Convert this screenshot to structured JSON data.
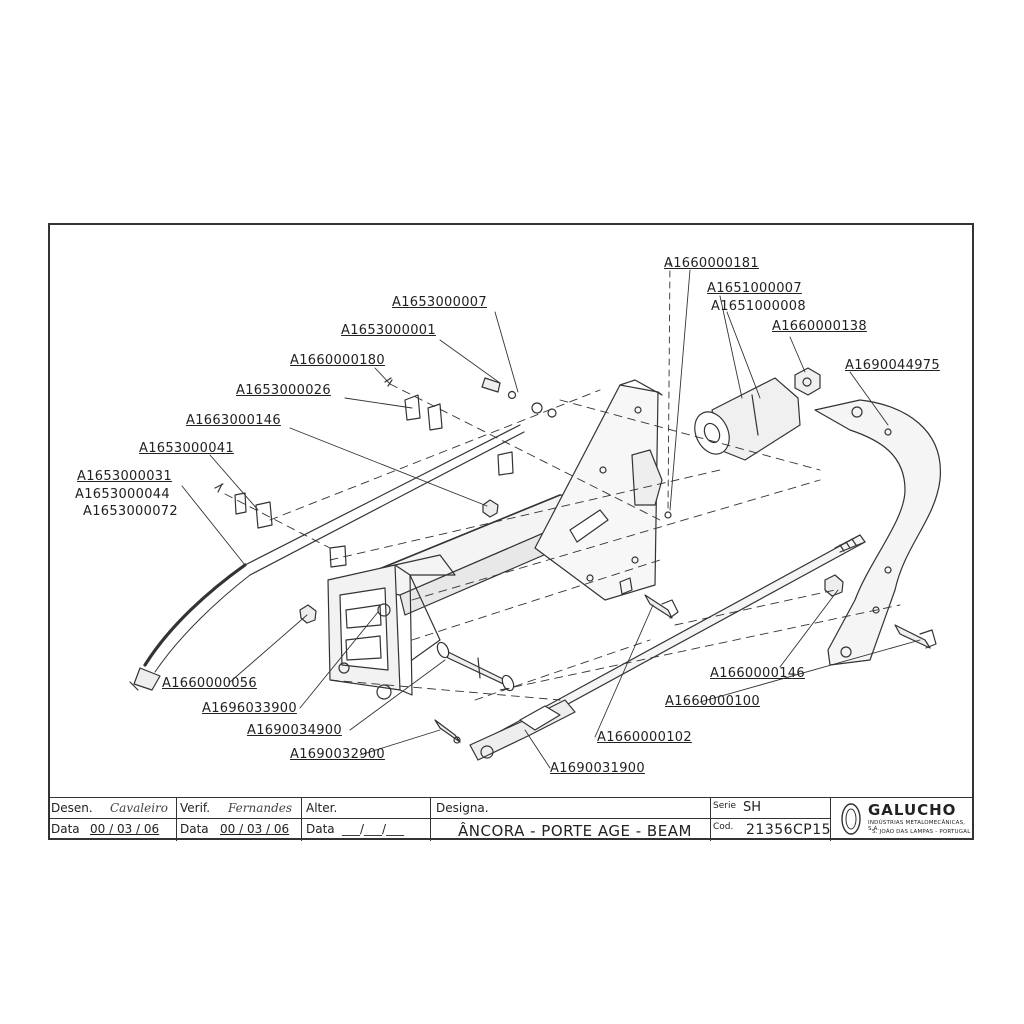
{
  "labels": {
    "l01": "A1660000181",
    "l02": "A1651000007",
    "l03": "A1651000008",
    "l04": "A1660000138",
    "l05": "A1653000007",
    "l06": "A1653000001",
    "l07": "A1660000180",
    "l08": "A1653000026",
    "l09": "A1663000146",
    "l10": "A1690044975",
    "l11": "A1653000041",
    "l12": "A1653000031",
    "l13": "A1653000044",
    "l14": "A1653000072",
    "l15": "A1660000146",
    "l16": "A1660000056",
    "l17": "A1660000100",
    "l18": "A1696033900",
    "l19": "A1690034900",
    "l20": "A1690032900",
    "l21": "A1660000102",
    "l22": "A1690031900"
  },
  "title_block": {
    "desen_label": "Desen.",
    "desen_sig": "Cavaleiro",
    "verif_label": "Verif.",
    "verif_sig": "Fernandes",
    "alter_label": "Alter.",
    "designa_label": "Designa.",
    "serie_label": "Serie",
    "serie_value": "SH",
    "data_label_1": "Data",
    "data_value_1": "00 / 03 / 06",
    "data_label_2": "Data",
    "data_value_2": "00 / 03 / 06",
    "data_label_3": "Data",
    "data_value_3": "___/___/___",
    "designation": "ÂNCORA - PORTE AGE - BEAM",
    "cod_label": "Cod.",
    "cod_value": "21356CP15",
    "company": "GALUCHO",
    "company_sub1": "INDÚSTRIAS METALOMECÂNICAS, S.A.",
    "company_sub2": "S. JOÃO DAS LAMPAS - PORTUGAL"
  }
}
